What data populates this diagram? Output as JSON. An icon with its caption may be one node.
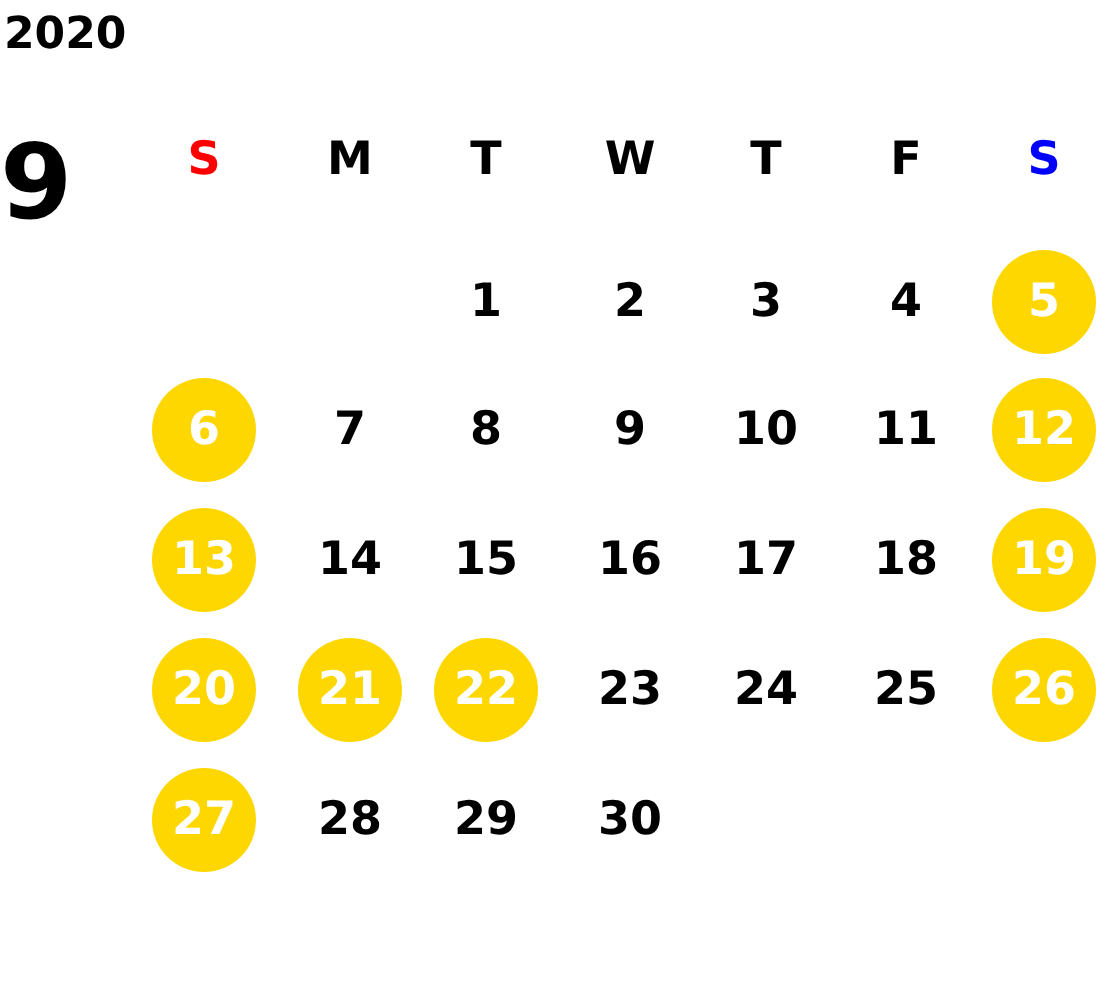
{
  "diagram": {
    "nodes": [
      {
        "text": [
          "5"
        ]
      },
      {
        "text": [
          "6"
        ]
      },
      {
        "text": [
          "12"
        ]
      },
      {
        "text": [
          "13"
        ]
      },
      {
        "text": [
          "19"
        ]
      },
      {
        "text": [
          "20"
        ]
      },
      {
        "text": [
          "21"
        ]
      },
      {
        "text": [
          "22"
        ]
      },
      {
        "text": [
          "26"
        ]
      },
      {
        "text": [
          "27"
        ]
      }
    ],
    "labels": [
      "2020",
      "9",
      "S",
      "M",
      "T",
      "W",
      "T",
      "F",
      "S",
      "1",
      "2",
      "3",
      "4",
      "7",
      "8",
      "9",
      "10",
      "11",
      "14",
      "15",
      "16",
      "17",
      "18",
      "23",
      "24",
      "25",
      "28",
      "29",
      "30"
    ]
  }
}
